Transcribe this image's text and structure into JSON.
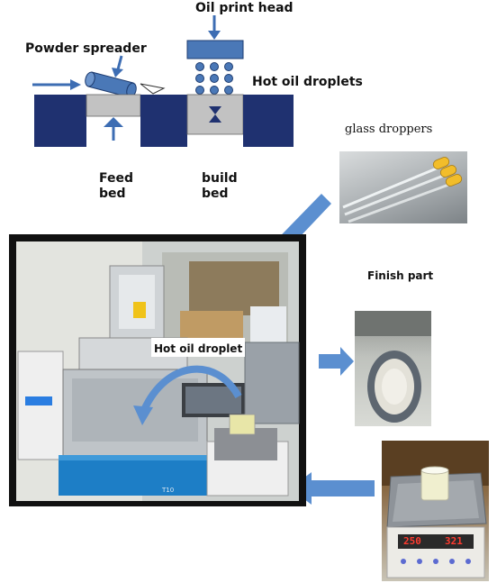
{
  "diagram": {
    "oil_print_head_label": "Oil print head",
    "powder_spreader_label": "Powder spreader",
    "hot_oil_droplets_label": "Hot oil droplets",
    "feed_bed_label_line1": "Feed",
    "feed_bed_label_line2": "bed",
    "build_bed_label_line1": "build",
    "build_bed_label_line2": "bed"
  },
  "photos": {
    "glass_droppers_label": "glass droppers",
    "finish_part_label": "Finish part",
    "hot_oil_droplet_label": "Hot oil droplet",
    "machine_model": "T10",
    "scale_display_left": "250",
    "scale_display_right": "321"
  },
  "colors": {
    "dark_navy": "#1f3170",
    "steel_blue": "#4a78b7",
    "arrow_blue": "#5b8fd0",
    "bed_gray": "#c2c2c2"
  }
}
